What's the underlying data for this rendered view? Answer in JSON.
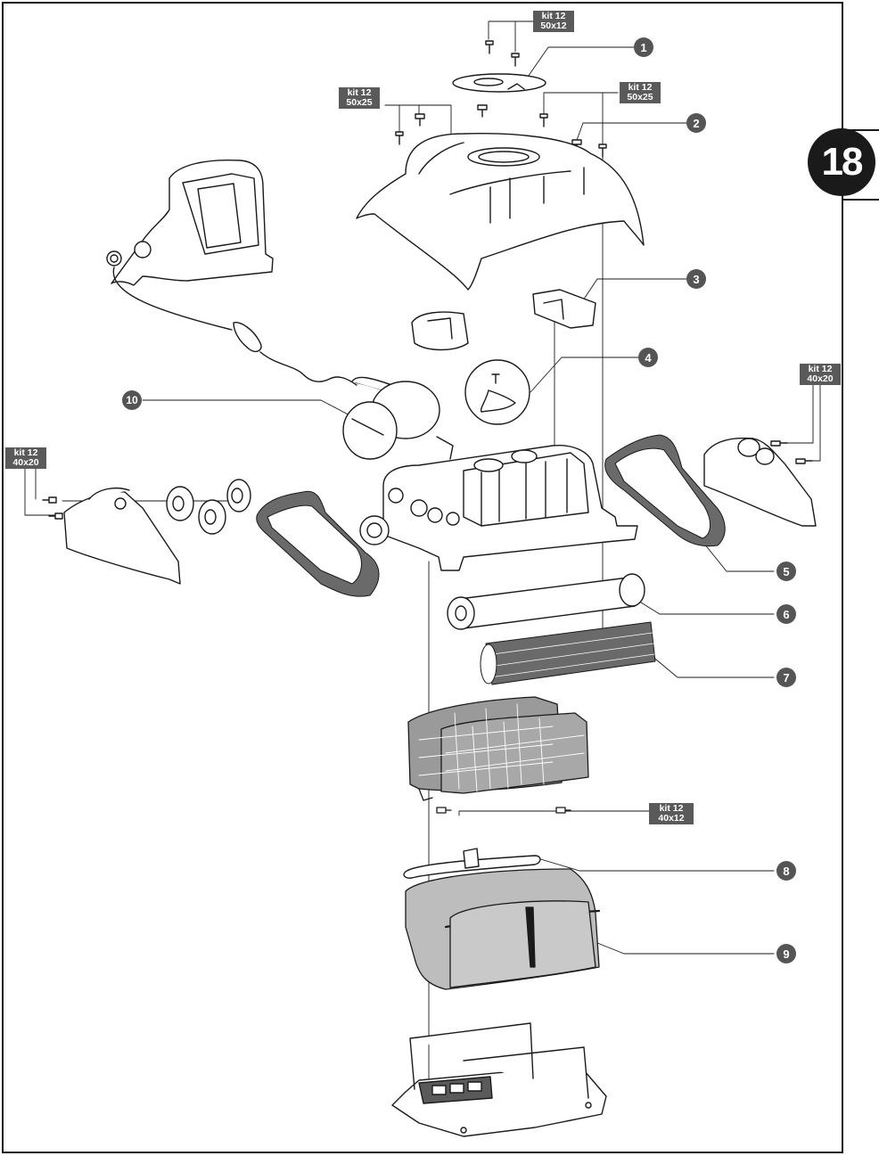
{
  "page": {
    "number": "18"
  },
  "kits": [
    {
      "id": "kit-a",
      "line1": "kit 12",
      "line2": "50x12"
    },
    {
      "id": "kit-b",
      "line1": "kit 12",
      "line2": "50x25"
    },
    {
      "id": "kit-c",
      "line1": "kit 12",
      "line2": "50x25"
    },
    {
      "id": "kit-d",
      "line1": "kit 12",
      "line2": "40x20"
    },
    {
      "id": "kit-e",
      "line1": "kit 12",
      "line2": "40x20"
    },
    {
      "id": "kit-f",
      "line1": "kit 12",
      "line2": "40x12"
    }
  ],
  "callouts": [
    "1",
    "2",
    "3",
    "4",
    "5",
    "6",
    "7",
    "8",
    "9",
    "10"
  ],
  "colors": {
    "ink": "#1a1a1a",
    "label_bg": "#5a5a5a",
    "callout_bg": "#555555",
    "shade": "#9a9a9a"
  }
}
